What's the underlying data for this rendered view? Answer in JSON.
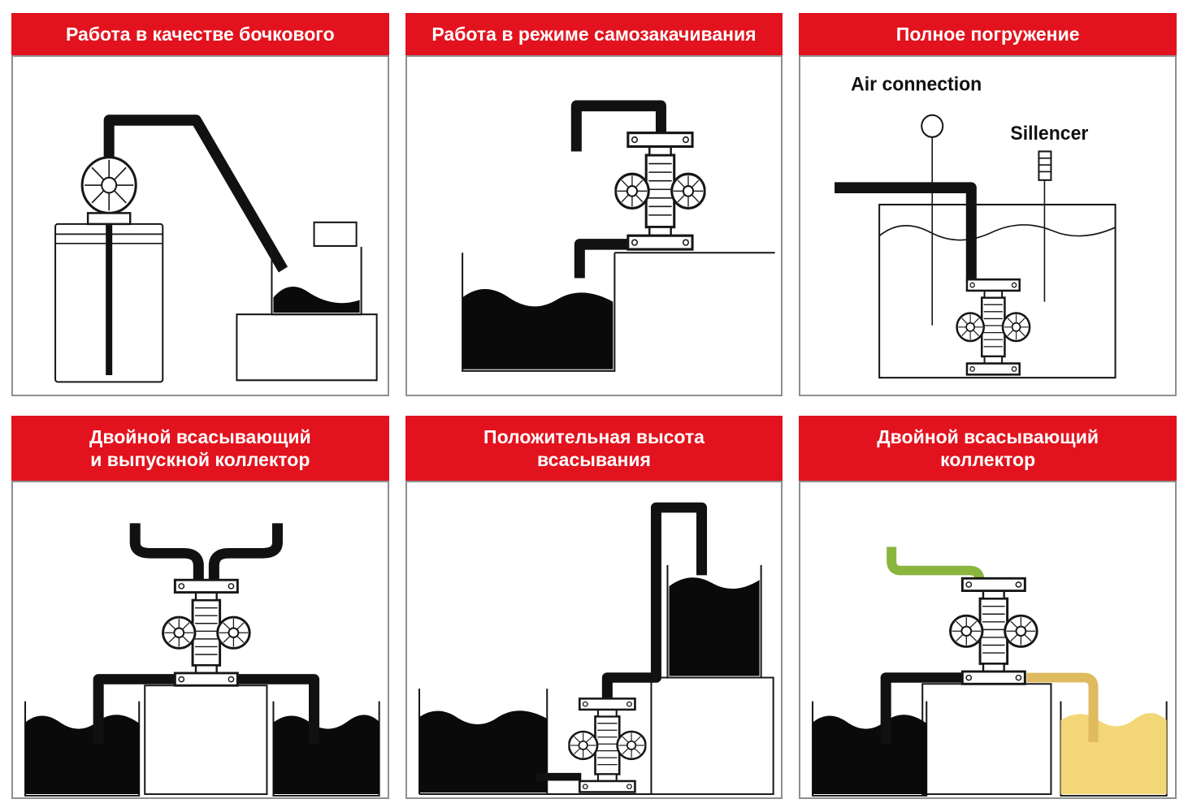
{
  "colors": {
    "header_bg": "#e2131e",
    "header_text": "#ffffff",
    "diagram_line": "#161616",
    "pipe_green": "#8ab53f",
    "pipe_yellow": "#dfba5e",
    "liquid_yellow": "#f3d776",
    "liquid_black": "#0a0a0a"
  },
  "panels": [
    {
      "title_line1": "Работа в качестве бочкового",
      "title_line2": ""
    },
    {
      "title_line1": "Работа в режиме самозакачивания",
      "title_line2": ""
    },
    {
      "title_line1": "Полное погружение",
      "title_line2": "",
      "labels": {
        "air_connection": "Air connection",
        "silencer": "Sillencer"
      }
    },
    {
      "title_line1": "Двойной всасывающий",
      "title_line2": "и выпускной коллектор"
    },
    {
      "title_line1": "Положительная высота",
      "title_line2": "всасывания"
    },
    {
      "title_line1": "Двойной всасывающий",
      "title_line2": "коллектор"
    }
  ]
}
